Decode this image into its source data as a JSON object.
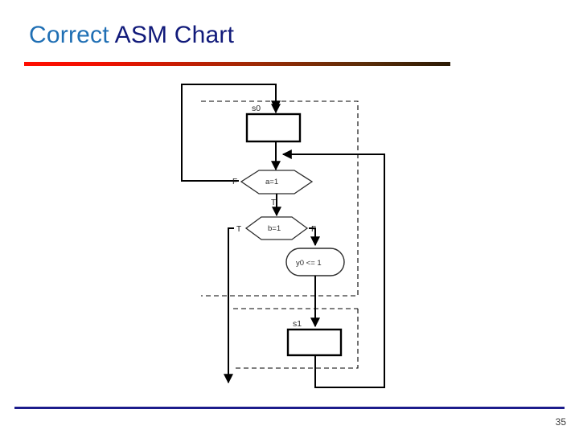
{
  "slide": {
    "title_primary": "Correct ",
    "title_secondary": "ASM Chart",
    "page_number": "35",
    "accent_color_title_primary": "#1f6fb4",
    "accent_color_title_secondary": "#111a7a",
    "accent_color_rule_start": "#ff0d00",
    "accent_color_rule_end": "#2b1a05",
    "accent_color_footer_rule": "#1c1c8c"
  },
  "diagram": {
    "type": "asm-chart",
    "states": [
      {
        "id": "s0",
        "label": "s0"
      },
      {
        "id": "s1",
        "label": "s1"
      }
    ],
    "decisions": [
      {
        "id": "a",
        "label": "a=1",
        "true_label": "T",
        "false_label": "F"
      },
      {
        "id": "b",
        "label": "b=1",
        "true_label": "T",
        "false_label": "F"
      }
    ],
    "conditional_outputs": [
      {
        "id": "y0",
        "label": "y0 <= 1"
      }
    ],
    "branch_labels": {
      "a_false": "F",
      "a_true": "T",
      "b_true": "T",
      "b_false": "F"
    }
  }
}
